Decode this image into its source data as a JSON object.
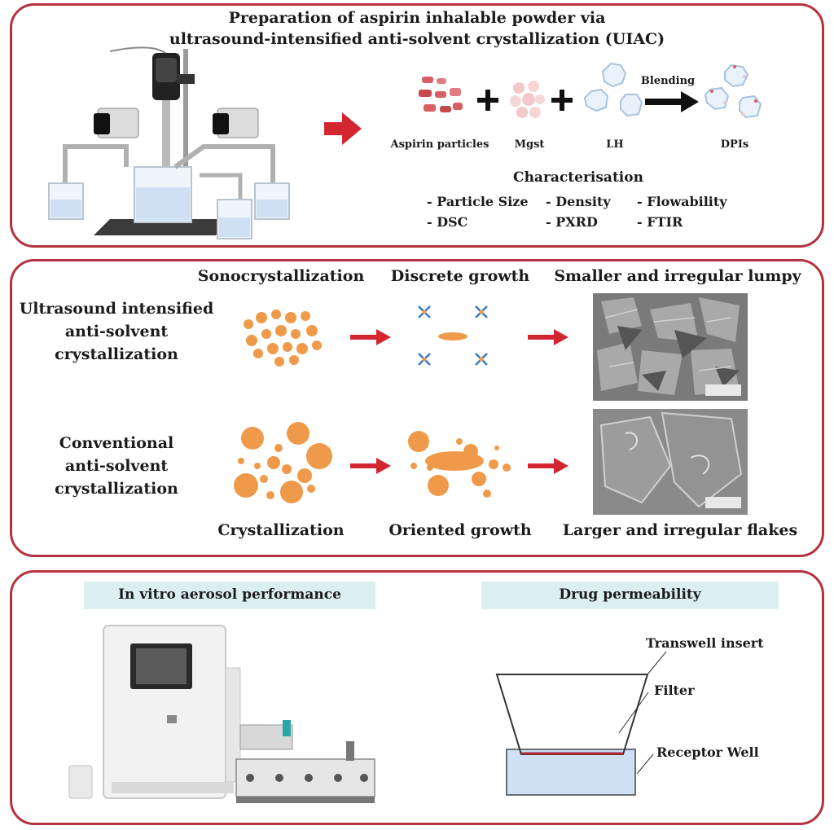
{
  "panel1": {
    "title_line1": "Preparation of aspirin inhalable powder via",
    "title_line2": "ultrasound-intensified anti-solvent crystallization (UIAC)",
    "aspirin_label": "Aspirin particles",
    "mgst_label": "Mgst",
    "lh_label": "LH",
    "blending_label": "Blending",
    "dpi_label": "DPIs",
    "char_title": "Characterisation",
    "char_items": [
      "- Particle Size",
      "- Density",
      "- Flowability",
      "- DSC",
      "- PXRD",
      "- FTIR"
    ]
  },
  "panel2": {
    "col1_head": "Sonocrystallization",
    "col2_head": "Discrete growth",
    "col3_head": "Smaller and irregular lumpy",
    "row1_line1": "Ultrasound intensified",
    "row1_line2": "anti-solvent",
    "row1_line3": "crystallization",
    "row2_line1": "Conventional",
    "row2_line2": "anti-solvent",
    "row2_line3": "crystallization",
    "foot1": "Crystallization",
    "foot2": "Oriented growth",
    "foot3": "Larger and irregular flakes"
  },
  "panel3": {
    "band1": "In vitro aerosol performance",
    "band2": "Drug permeability",
    "transwell_label": "Transwell insert",
    "filter_label": "Filter",
    "receptor_label": "Receptor Well"
  },
  "colors": {
    "frame": "#b3323f",
    "arrow_red": "#d32630",
    "particle_orange": "#ef9a4a",
    "band": "#dcefef",
    "receptor_fill": "#cfe0f5"
  }
}
